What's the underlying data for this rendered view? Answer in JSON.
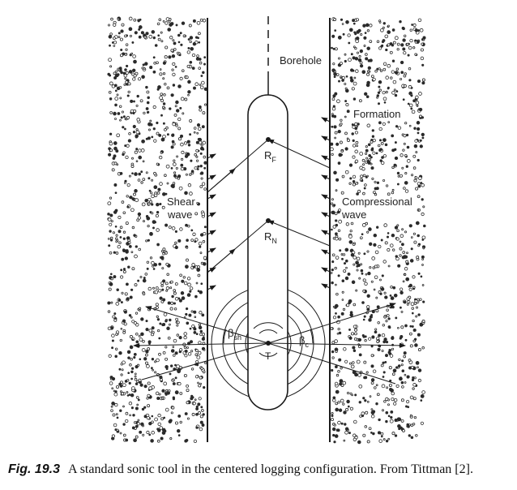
{
  "labels": {
    "borehole": "Borehole",
    "formation": "Formation",
    "shear_line1": "Shear",
    "shear_line2": "wave",
    "comp_line1": "Compressional",
    "comp_line2": "wave",
    "rf_main": "R",
    "rf_sub": "F",
    "rn_main": "R",
    "rn_sub": "N",
    "beta_sh_main": "β",
    "beta_sh_sub": "sh",
    "beta_c_main": "β",
    "beta_c_sub": "c",
    "transmitter": "T"
  },
  "caption": {
    "fig_number": "Fig. 19.3",
    "text": "A standard sonic tool in the centered logging configuration. From Tittman [2]."
  },
  "colors": {
    "line": "#1a1a1a",
    "dots": "#2a2a2a"
  }
}
